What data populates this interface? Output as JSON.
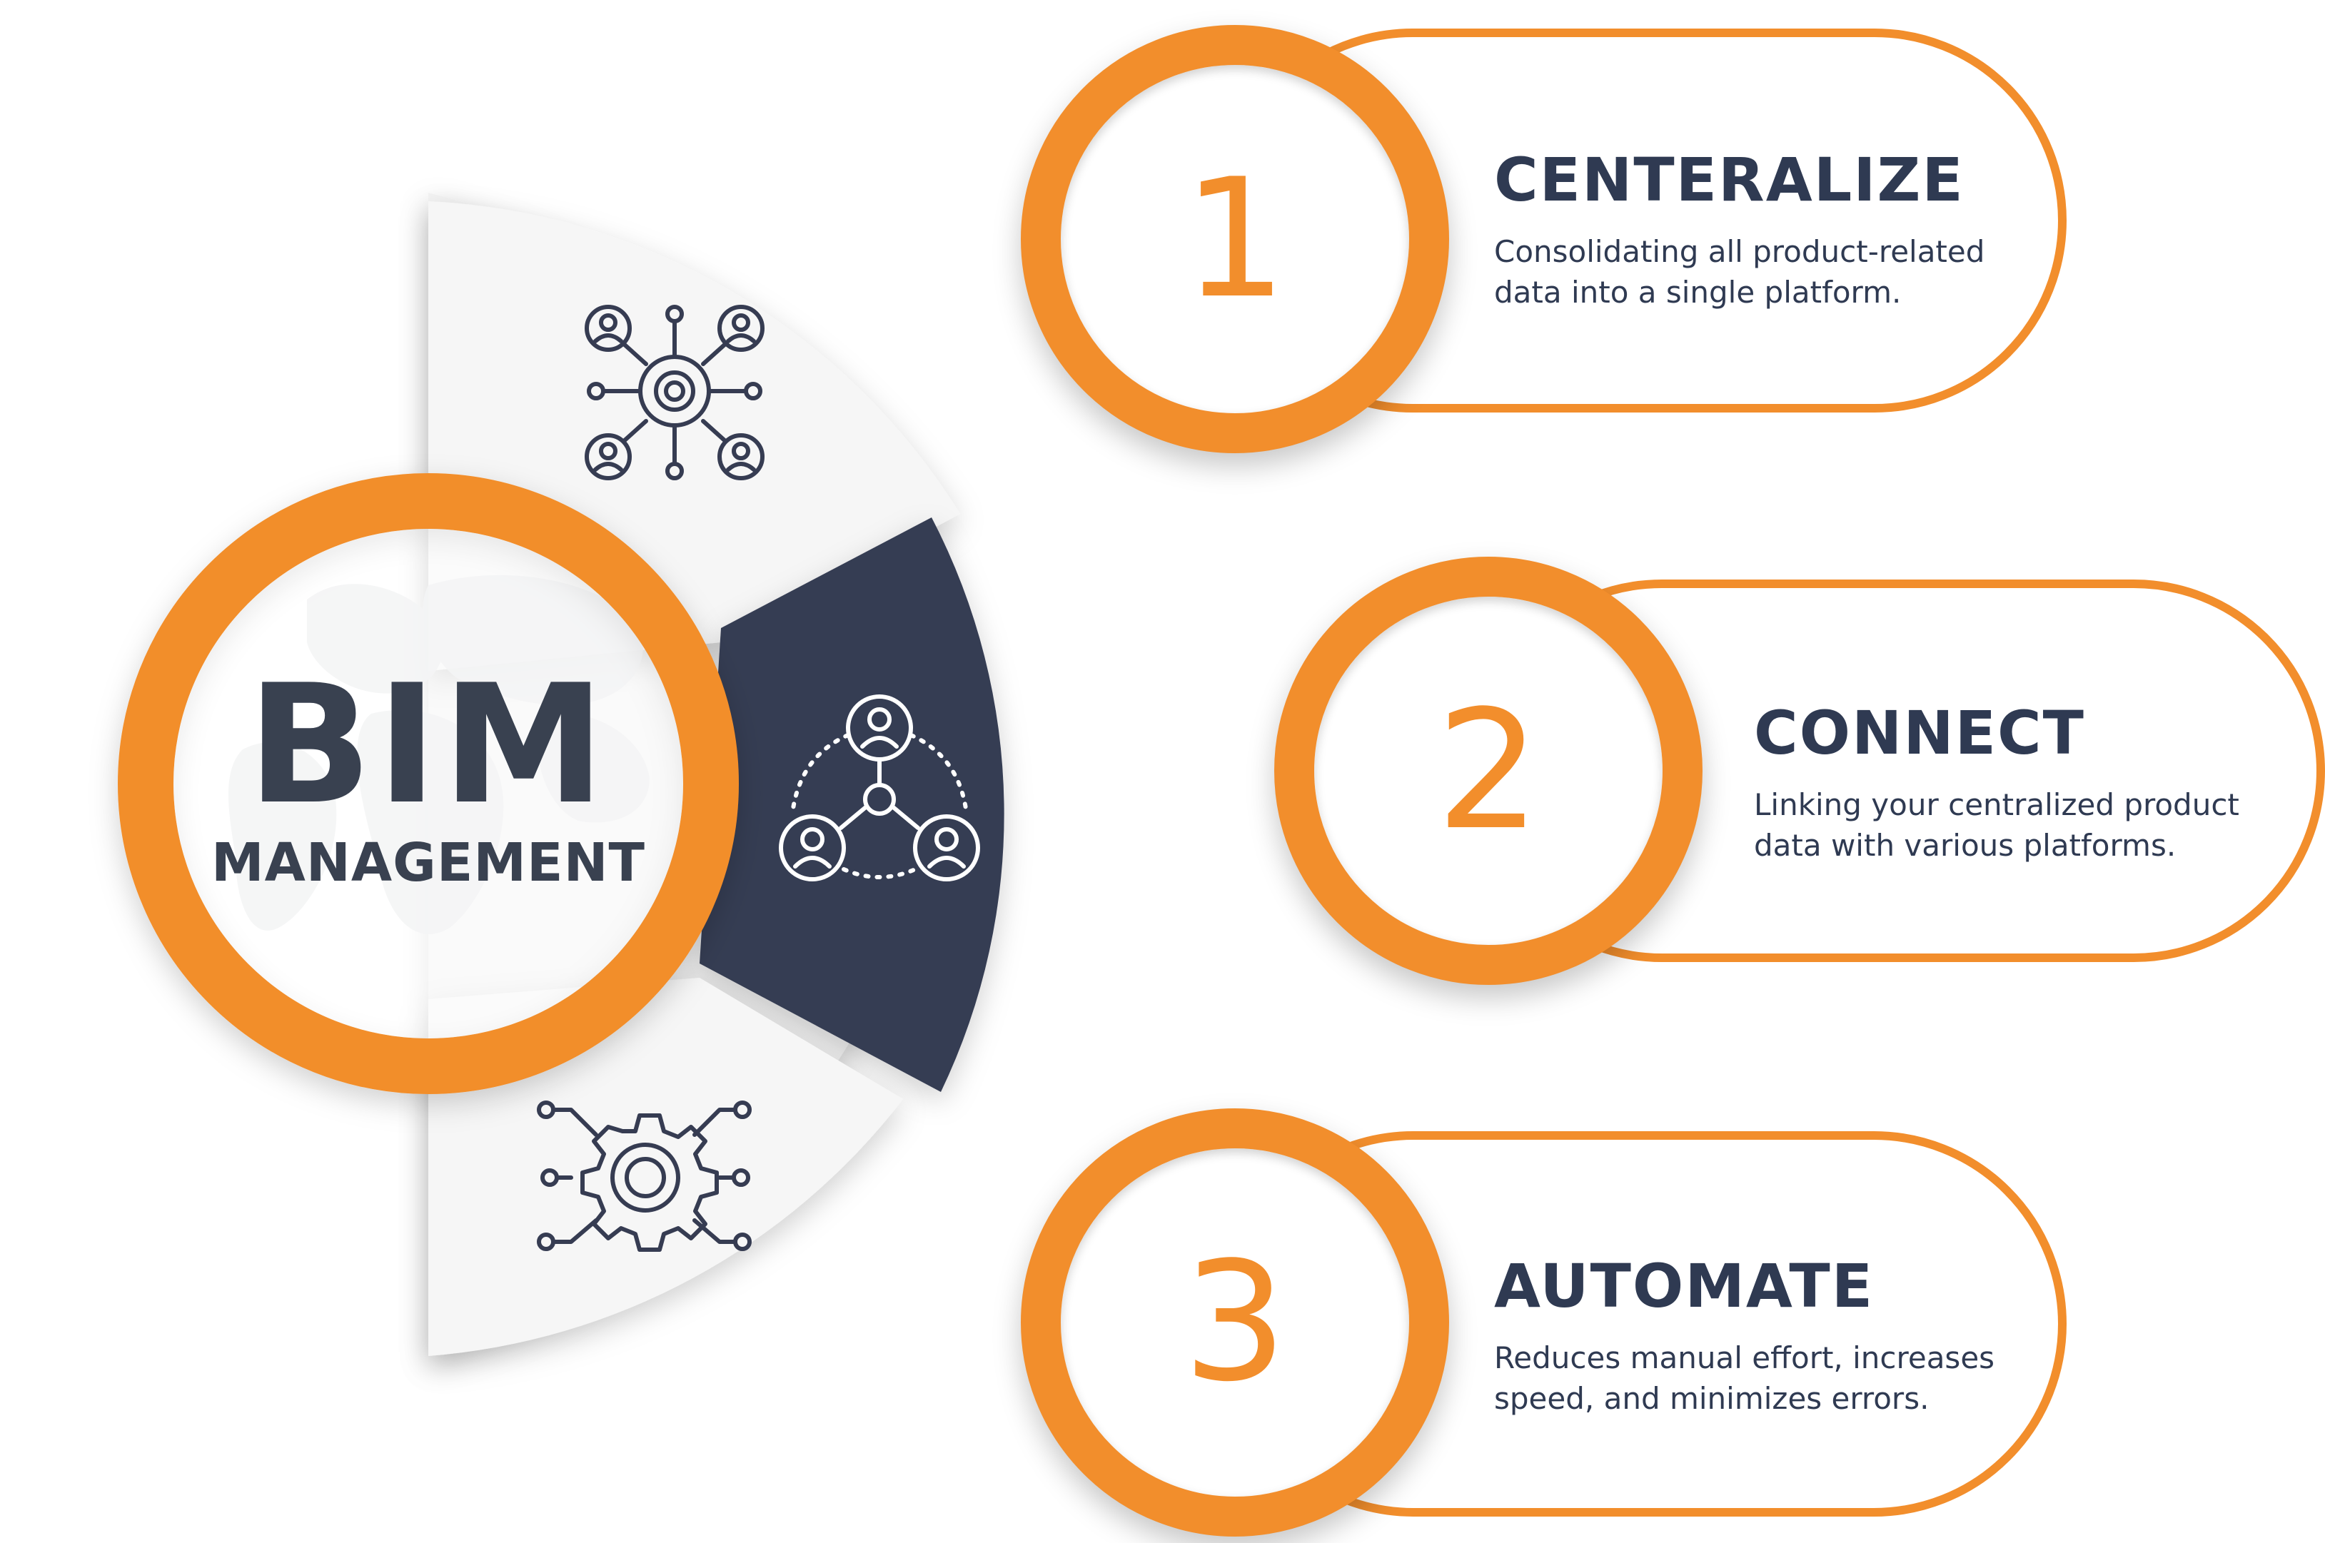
{
  "center": {
    "title": "BIM",
    "subtitle": "MANAGEMENT"
  },
  "colors": {
    "accent": "#f28e2c",
    "navy": "#363c52",
    "text": "#2f3a52",
    "segment_light": "#f4f4f4"
  },
  "segments": [
    {
      "icon": "network-gear-users-icon"
    },
    {
      "icon": "connected-users-icon"
    },
    {
      "icon": "circuit-gear-icon"
    }
  ],
  "steps": [
    {
      "number": "1",
      "title": "CENTERALIZE",
      "desc_line1": "Consolidating all product-related",
      "desc_line2": "data into a single platform."
    },
    {
      "number": "2",
      "title": "CONNECT",
      "desc_line1": "Linking your centralized product",
      "desc_line2": "data with various platforms."
    },
    {
      "number": "3",
      "title": "AUTOMATE",
      "desc_line1": "Reduces manual effort, increases",
      "desc_line2": "speed, and minimizes errors."
    }
  ]
}
